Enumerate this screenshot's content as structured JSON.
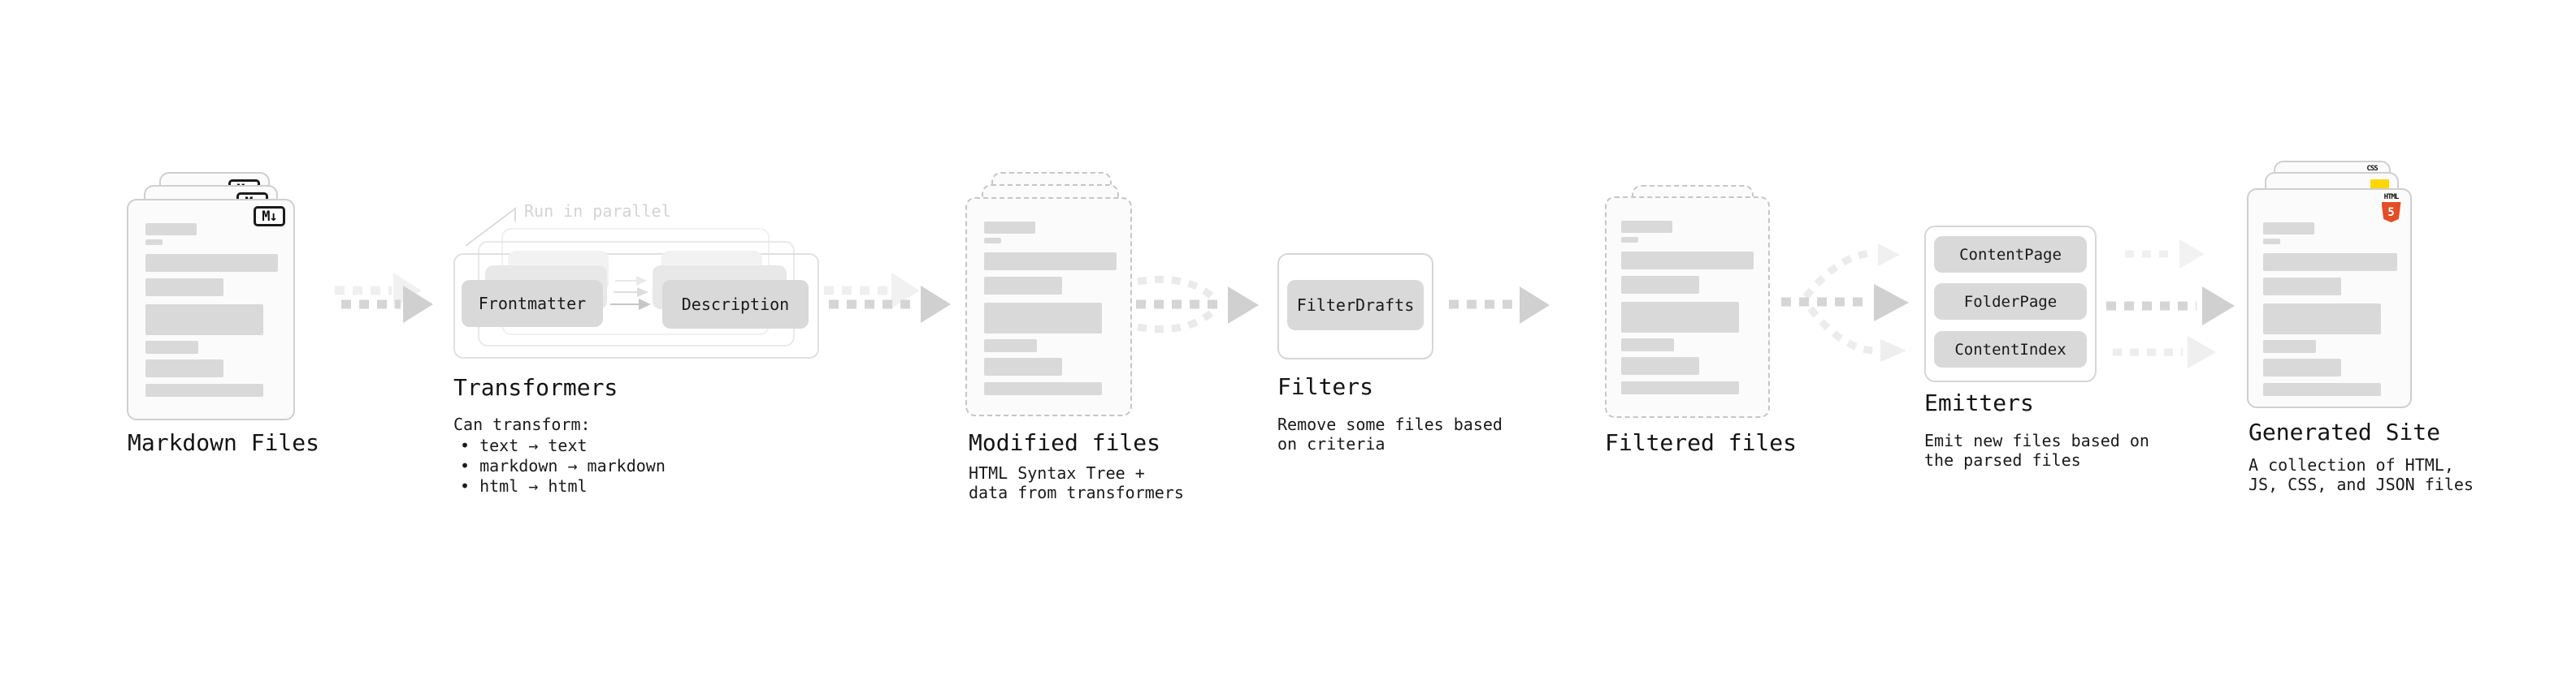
{
  "diagram": {
    "stages": {
      "markdown_files": {
        "title": "Markdown Files",
        "badge": "M↓"
      },
      "transformers": {
        "title": "Transformers",
        "annotation": "Run in parallel",
        "left_pill": "Frontmatter",
        "right_pill": "Description",
        "subtitle": "Can transform:",
        "bullets": [
          "• text → text",
          "• markdown → markdown",
          "• html → html"
        ]
      },
      "modified_files": {
        "title": "Modified files",
        "description": [
          "HTML Syntax Tree +",
          "data from transformers"
        ]
      },
      "filters": {
        "title": "Filters",
        "pill": "FilterDrafts",
        "description": [
          "Remove some files based",
          "on criteria"
        ]
      },
      "filtered_files": {
        "title": "Filtered files"
      },
      "emitters": {
        "title": "Emitters",
        "pills": [
          "ContentPage",
          "FolderPage",
          "ContentIndex"
        ],
        "description": [
          "Emit new files based on",
          "the parsed files"
        ]
      },
      "generated_site": {
        "title": "Generated Site",
        "description": [
          "A collection of HTML,",
          "JS, CSS, and JSON files"
        ],
        "css_badge": "CSS",
        "html_badge": "HTML",
        "html_badge_number": "5"
      }
    },
    "colors": {
      "background": "#ffffff",
      "card_background": "#fbfbfb",
      "card_border": "#cfcfcf",
      "dashed_border": "#c6c6c6",
      "bar_gray": "#d9d9d9",
      "pill_gray": "#d9d9d9",
      "arrow_dark": "#d5d5d5",
      "arrow_light": "#eeeeee",
      "annotation_gray": "#d4d4d4",
      "text_dark": "#141414",
      "css_blue": "#2965f1",
      "js_yellow": "#ffd600",
      "html5_orange": "#e44d26"
    }
  }
}
